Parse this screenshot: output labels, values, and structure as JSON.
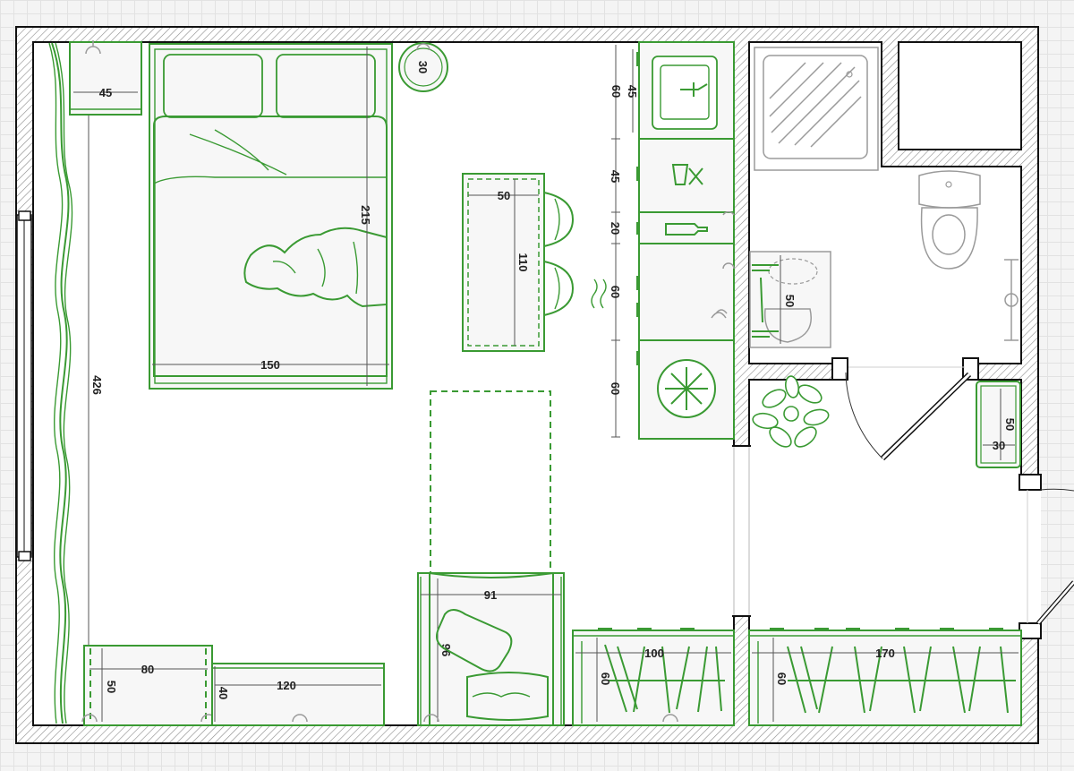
{
  "dimensions": {
    "room_height": "426",
    "nightstand": "45",
    "side_table": "30",
    "bed_length": "215",
    "bed_width": "150",
    "desk_width": "50",
    "desk_length": "110",
    "kitchen_sink": "45",
    "kitchen_sink_depth": "60",
    "kitchen_cabinet": "45",
    "kitchen_bottles": "20",
    "kitchen_stove": "60",
    "kitchen_fridge": "60",
    "bath_cabinet": "50",
    "shoe_rack_length": "50",
    "shoe_rack_width": "30",
    "armchair_width": "91",
    "armchair_depth": "96",
    "dresser_width": "80",
    "dresser_depth": "50",
    "tv_unit_width": "120",
    "tv_unit_depth": "40",
    "wardrobe_width": "100",
    "wardrobe_depth": "60",
    "hall_wardrobe_width": "170",
    "hall_wardrobe_depth": "60"
  },
  "colors": {
    "furniture_stroke": "#3a9a33",
    "furniture_fill": "#f7f7f7",
    "wall": "#111111",
    "fixture_stroke": "#9a9a9a",
    "dimension_text": "#222222"
  },
  "icons": [
    "sink-icon",
    "bottles-icon",
    "stove-icon",
    "snowflake-icon",
    "plant-icon",
    "toilet-icon",
    "shower-icon",
    "towel-rail-icon",
    "pillow-icon",
    "blanket-icon"
  ]
}
